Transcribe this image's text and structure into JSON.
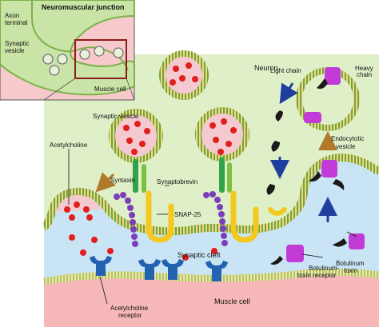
{
  "inset": {
    "title": "Neuromuscular junction",
    "axon_terminal": "Axon\nterminal",
    "synaptic_vesicle": "Synaptic\nvesicle",
    "muscle_cell": "Muscle cell"
  },
  "labels": {
    "neuron": "Neuron",
    "synaptic_vesicle": "Synaptic vesicle",
    "acetylcholine": "Acetylcholine",
    "syntaxin": "Syntaxin",
    "synaptobrevin": "Synaptobrevin",
    "snap25": "SNAP-25",
    "synaptic_cleft": "Synaptic cleft",
    "ach_receptor": "Acetylcholine\nreceptor",
    "muscle_cell": "Muscle cell",
    "light_chain": "Light chain",
    "heavy_chain": "Heavy\nchain",
    "endocytotic_vesicle": "Endocytotic\nvesicle",
    "botulinum_toxin": "Botulinum\ntoxin",
    "botulinum_receptor": "Botulinum-\ntoxin receptor"
  },
  "colors": {
    "background": "#c9e4f5",
    "neuron_cytoplasm": "#dff0c8",
    "membrane_green": "#6ea83a",
    "membrane_stripe": "#f2d48a",
    "muscle": "#f6b8b8",
    "muscle_membrane": "#a6c86a",
    "acetylcholine": "#e0201c",
    "syntaxin": "#2fa24a",
    "synaptobrevin": "#7cc242",
    "snap25": "#f3c81f",
    "protein_purple": "#7a3fb8",
    "receptor_blue": "#2362b0",
    "toxin_magenta": "#c23bd6",
    "toxin_black": "#1a1a1a",
    "inset_border": "#8c1c1c",
    "arrow_blue": "#1f3f9e",
    "arrow_brown": "#b07a2a"
  }
}
